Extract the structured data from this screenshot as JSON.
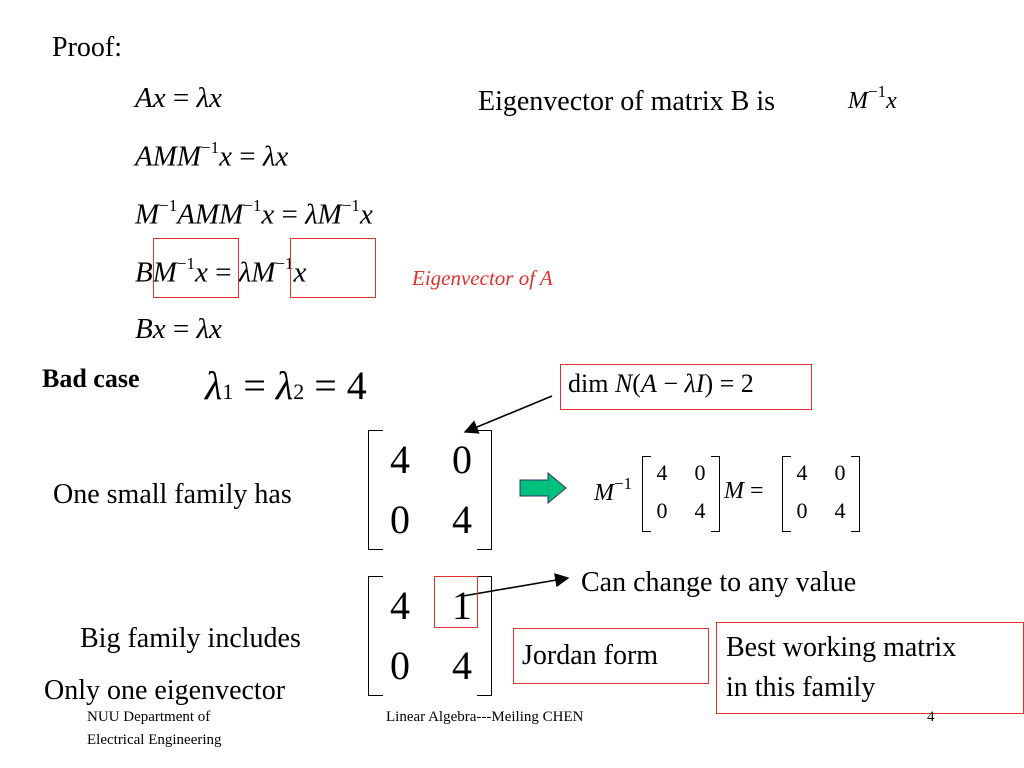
{
  "title": "Proof:",
  "eigvec_B_text": "Eigenvector of matrix B is",
  "eigvec_A_label": "Eigenvector of A",
  "bad_case": "Bad case",
  "one_small_family": "One small family has",
  "can_change": "Can change to any value",
  "big_family": "Big family includes",
  "only_one": "Only one eigenvector",
  "jordan_form": "Jordan form",
  "best_working": [
    "Best working matrix",
    "in this family"
  ],
  "eq": {
    "lambda_eq_rhs": "4",
    "dim_rhs": "2",
    "sup": "−1"
  },
  "matrix_diag": [
    "4",
    "0",
    "0",
    "4"
  ],
  "matrix_jordan": [
    "4",
    "1",
    "0",
    "4"
  ],
  "matrix_small": [
    "4",
    "0",
    "0",
    "4"
  ],
  "colors": {
    "accent_red": "#e03030",
    "arrow_fill": "#00c080"
  },
  "footer": {
    "dept_line1": "NUU Department of",
    "dept_line2": "Electrical Engineering",
    "course": "Linear Algebra---Meiling CHEN",
    "page": "4"
  }
}
